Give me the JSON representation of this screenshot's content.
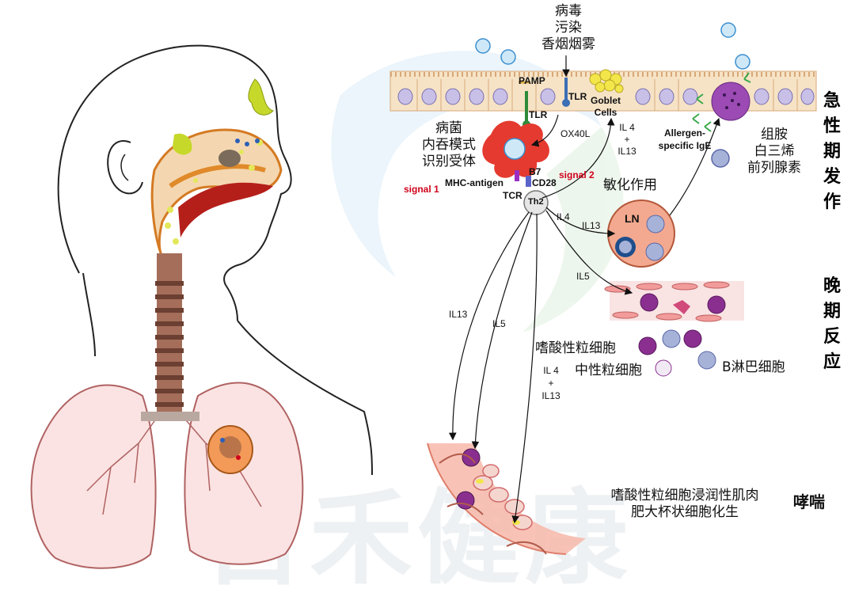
{
  "watermark": "吉禾健康",
  "top_trigger": {
    "line1": "病毒",
    "line2": "污染",
    "line3": "香烟烟雾"
  },
  "pathogen_pattern": {
    "line1": "病菌",
    "line2": "内吞模式",
    "line3": "识别受体"
  },
  "labels": {
    "pamp": "PAMP",
    "tlr_a": "TLR",
    "tlr_b": "TLR",
    "goblet_1": "Goblet",
    "goblet_2": "Cells",
    "ox40l": "OX40L",
    "b7": "B7",
    "cd28": "CD28",
    "signal2": "signal 2",
    "signal1": "signal 1",
    "mhc": "MHC-antigen",
    "tcr": "TCR",
    "th2": "Th2",
    "il4_il13_top_1": "IL 4",
    "il4_il13_top_2": "+",
    "il4_il13_top_3": "IL13",
    "allergen_1": "Allergen-",
    "allergen_2": "specific IgE",
    "sensitization": "敏化作用",
    "il4": "IL4",
    "il13": "IL13",
    "ln": "LN",
    "il5_right": "IL5",
    "il13_left": "IL13",
    "il5_left": "IL5",
    "il4_il13_mid_1": "IL 4",
    "il4_il13_mid_2": "+",
    "il4_il13_mid_3": "IL13"
  },
  "mediators": {
    "line1": "组胺",
    "line2": "白三烯",
    "line3": "前列腺素"
  },
  "cells": {
    "eosinophil": "嗜酸性粒细胞",
    "neutrophil": "中性粒细胞",
    "b_lymph": "B淋巴细胞"
  },
  "airway_effects": {
    "line1": "嗜酸性粒细胞浸润性肌肉",
    "line2": "肥大杯状细胞化生"
  },
  "sections": {
    "acute": "急性期发作",
    "late": "晚期反应",
    "asthma": "哮喘"
  },
  "colors": {
    "epithelium": "#f6e3c6",
    "nucleus": "#c9c0e8",
    "tissue": "#f7b9a9",
    "eos": "#8a2f8f",
    "lymph": "#a7b2d8",
    "node": "#f3a98f"
  }
}
